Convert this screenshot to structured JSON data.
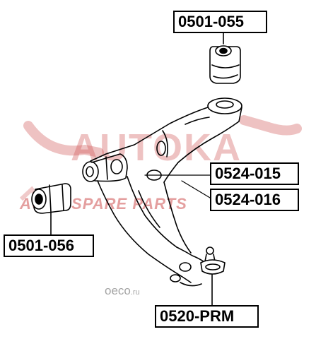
{
  "parts": {
    "top": "0501-055",
    "mid1": "0524-015",
    "mid2": "0524-016",
    "left": "0501-056",
    "bottom": "0520-PRM"
  },
  "watermark": {
    "brand": "AUTOKA",
    "text": "AUTO SPARE PARTS",
    "site_main": "oeco",
    "site_tld": ".ru"
  },
  "colors": {
    "watermark": "#cd5050",
    "line": "#000000"
  }
}
